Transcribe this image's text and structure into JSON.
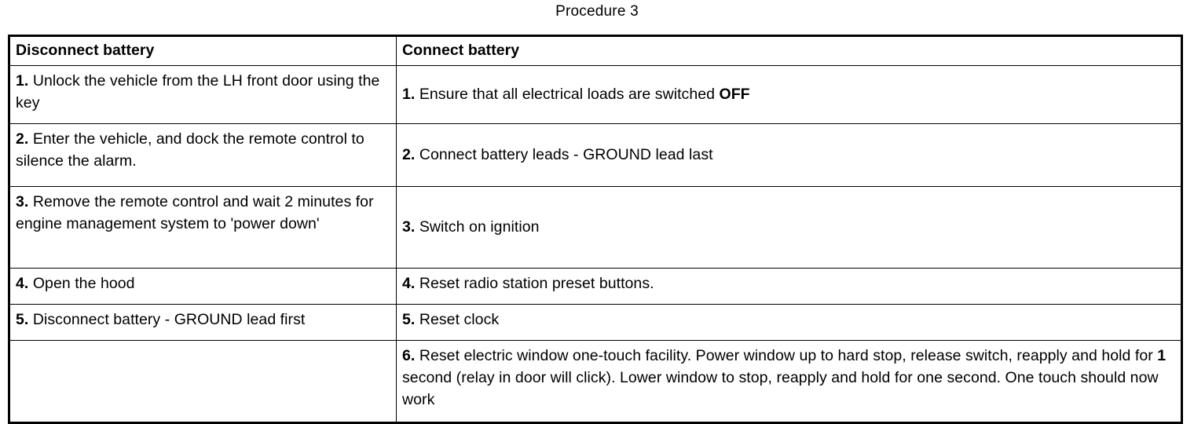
{
  "document": {
    "title": "Procedure 3"
  },
  "table": {
    "headers": {
      "left": "Disconnect battery",
      "right": "Connect battery"
    },
    "left_column": [
      {
        "number": "1.",
        "text": "Unlock the vehicle from the LH front door using the key"
      },
      {
        "number": "2.",
        "text": "Enter the vehicle, and dock the remote control to silence the alarm."
      },
      {
        "number": "3.",
        "text": "Remove the remote control and wait 2 minutes for engine management system to 'power down'"
      },
      {
        "number": "4.",
        "text": "Open the hood"
      },
      {
        "number": "5.",
        "text": "Disconnect battery - GROUND lead first"
      },
      {
        "number": "",
        "text": ""
      }
    ],
    "right_column": [
      {
        "number": "1.",
        "text_before": "Ensure that all electrical loads are switched ",
        "emphasis": "OFF",
        "text_after": ""
      },
      {
        "number": "2.",
        "text_before": "Connect battery leads - GROUND lead last",
        "emphasis": "",
        "text_after": ""
      },
      {
        "number": "3.",
        "text_before": "Switch on ignition",
        "emphasis": "",
        "text_after": ""
      },
      {
        "number": "4.",
        "text_before": "Reset radio station preset buttons.",
        "emphasis": "",
        "text_after": ""
      },
      {
        "number": "5.",
        "text_before": "Reset clock",
        "emphasis": "",
        "text_after": ""
      },
      {
        "number": "6.",
        "text_before": "Reset electric window one-touch facility. Power window up to hard stop, release switch, reapply and hold for ",
        "emphasis": "1",
        "text_after": " second (relay in door will click). Lower window to stop, reapply and hold for one second. One touch should now work"
      }
    ]
  },
  "colors": {
    "text": "#000000",
    "background": "#ffffff",
    "border": "#000000"
  }
}
